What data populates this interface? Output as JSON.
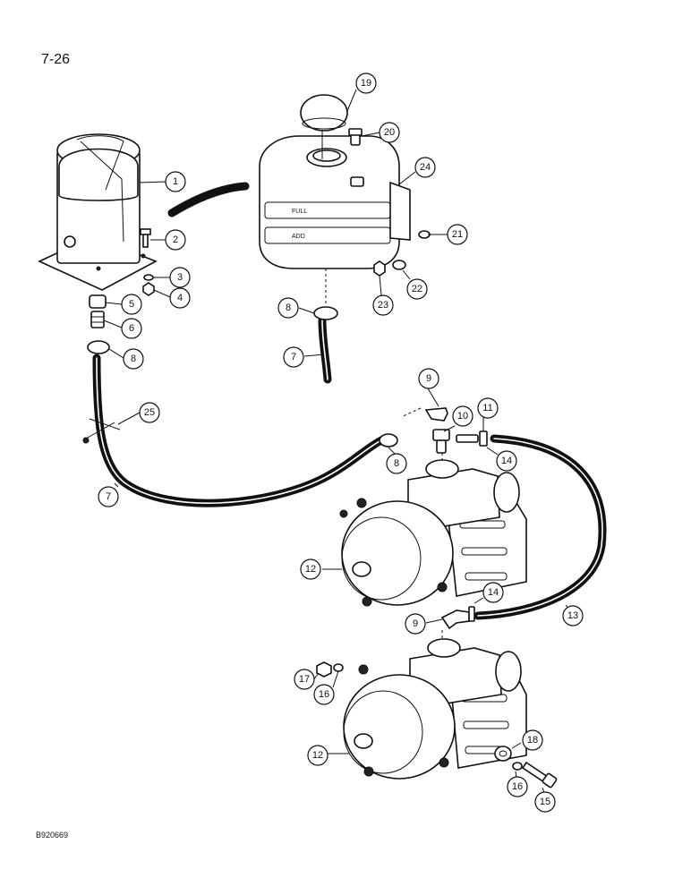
{
  "page": {
    "page_number": "7-26",
    "figure_code": "B920669"
  },
  "reservoir_labels": {
    "full": "FULL",
    "add": "ADD"
  },
  "callouts": [
    {
      "id": "callout-1",
      "label": "1"
    },
    {
      "id": "callout-2",
      "label": "2"
    },
    {
      "id": "callout-3",
      "label": "3"
    },
    {
      "id": "callout-4",
      "label": "4"
    },
    {
      "id": "callout-5",
      "label": "5"
    },
    {
      "id": "callout-6",
      "label": "6"
    },
    {
      "id": "callout-8a",
      "label": "8"
    },
    {
      "id": "callout-25",
      "label": "25"
    },
    {
      "id": "callout-7a",
      "label": "7"
    },
    {
      "id": "callout-19",
      "label": "19"
    },
    {
      "id": "callout-20",
      "label": "20"
    },
    {
      "id": "callout-24",
      "label": "24"
    },
    {
      "id": "callout-21",
      "label": "21"
    },
    {
      "id": "callout-22",
      "label": "22"
    },
    {
      "id": "callout-23",
      "label": "23"
    },
    {
      "id": "callout-8b",
      "label": "8"
    },
    {
      "id": "callout-7b",
      "label": "7"
    },
    {
      "id": "callout-9a",
      "label": "9"
    },
    {
      "id": "callout-10",
      "label": "10"
    },
    {
      "id": "callout-11",
      "label": "11"
    },
    {
      "id": "callout-8c",
      "label": "8"
    },
    {
      "id": "callout-14a",
      "label": "14"
    },
    {
      "id": "callout-12a",
      "label": "12"
    },
    {
      "id": "callout-14b",
      "label": "14"
    },
    {
      "id": "callout-9b",
      "label": "9"
    },
    {
      "id": "callout-13",
      "label": "13"
    },
    {
      "id": "callout-17",
      "label": "17"
    },
    {
      "id": "callout-16a",
      "label": "16"
    },
    {
      "id": "callout-12b",
      "label": "12"
    },
    {
      "id": "callout-18",
      "label": "18"
    },
    {
      "id": "callout-16b",
      "label": "16"
    },
    {
      "id": "callout-15",
      "label": "15"
    }
  ]
}
